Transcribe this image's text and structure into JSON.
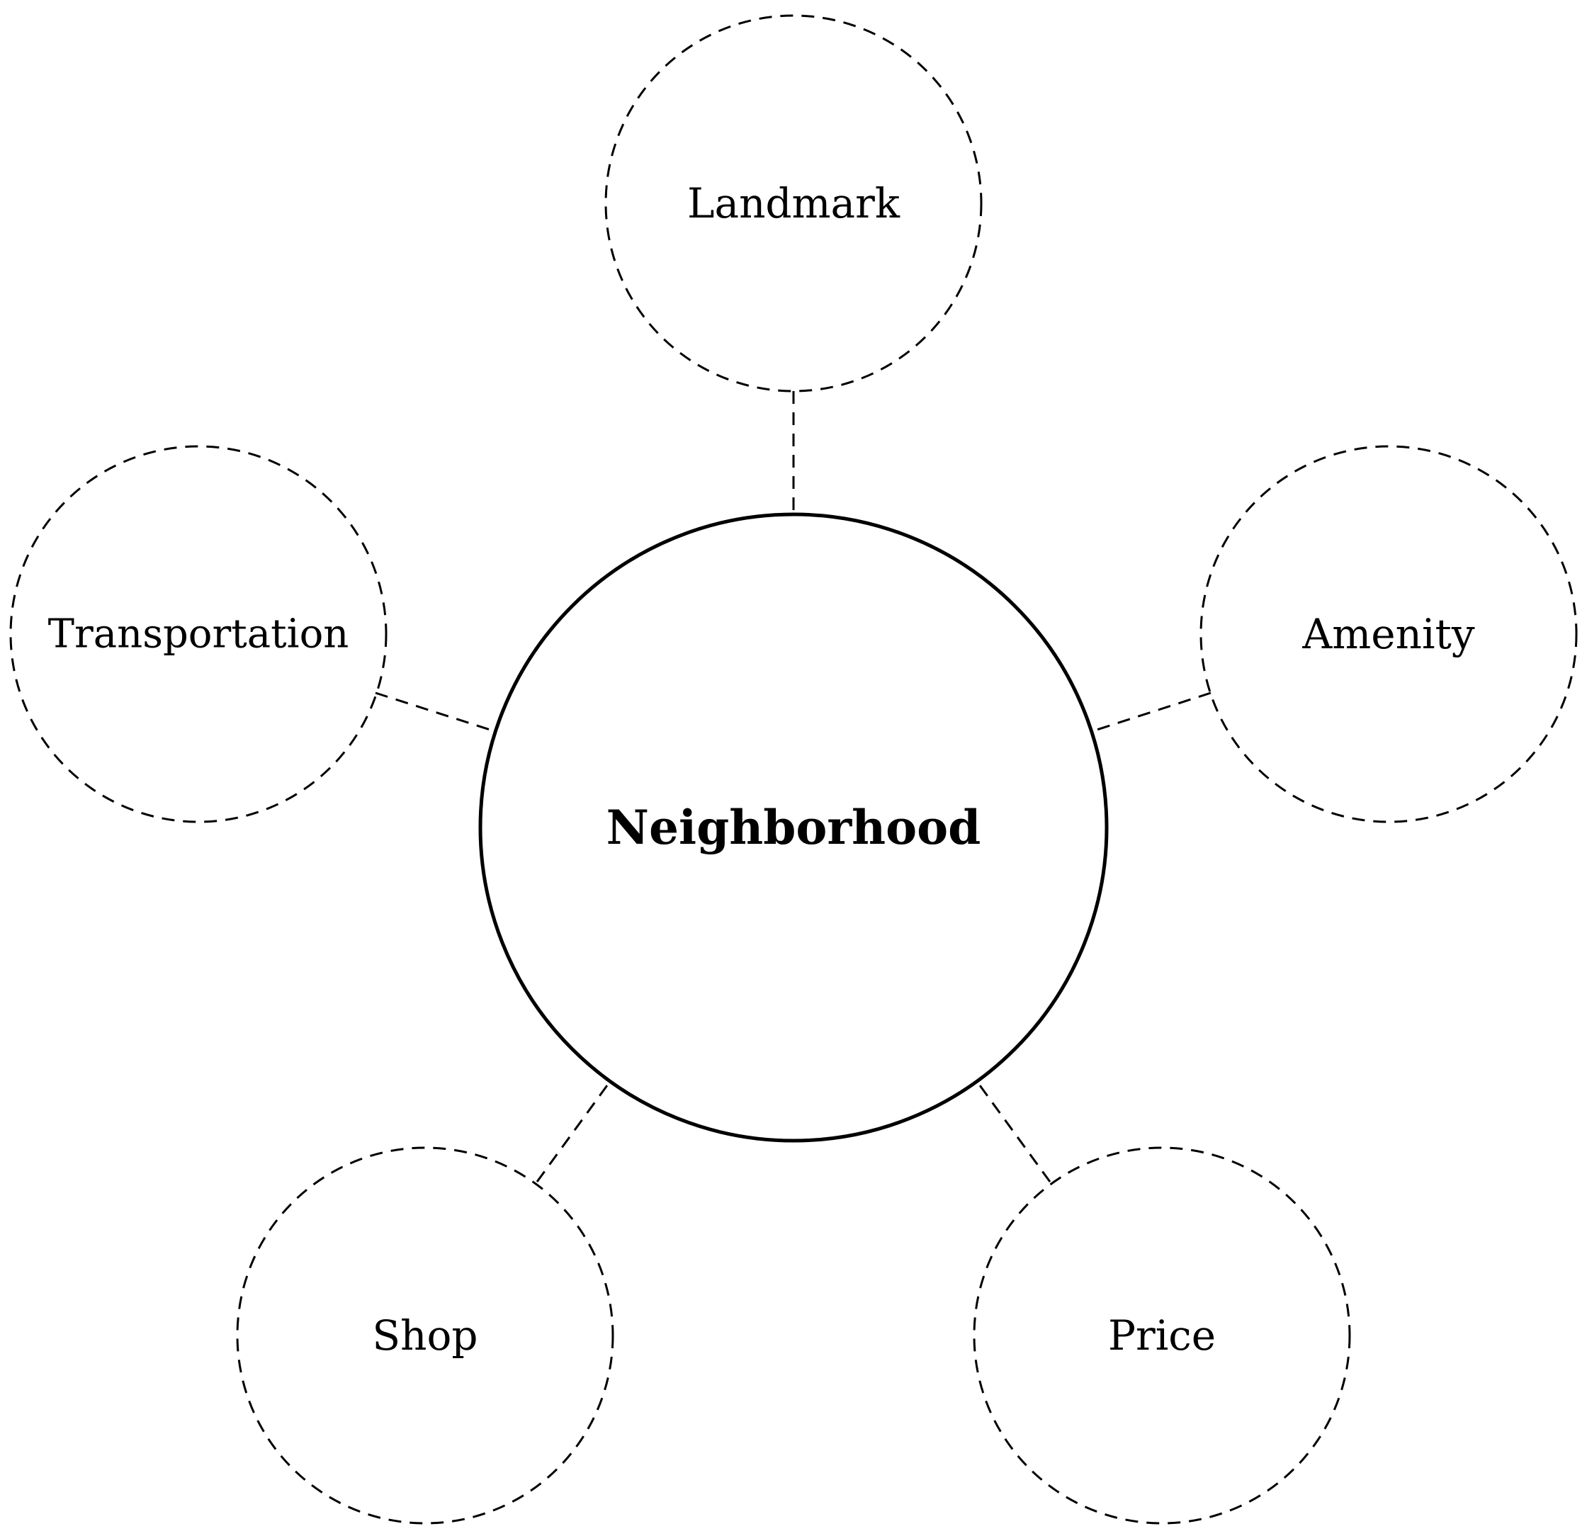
{
  "diagram": {
    "center": {
      "label": "Neighborhood"
    },
    "satellites": [
      {
        "id": "landmark",
        "label": "Landmark"
      },
      {
        "id": "transportation",
        "label": "Transportation"
      },
      {
        "id": "amenity",
        "label": "Amenity"
      },
      {
        "id": "shop",
        "label": "Shop"
      },
      {
        "id": "price",
        "label": "Price"
      }
    ],
    "colors": {
      "stroke": "#000000",
      "background": "#ffffff"
    }
  }
}
